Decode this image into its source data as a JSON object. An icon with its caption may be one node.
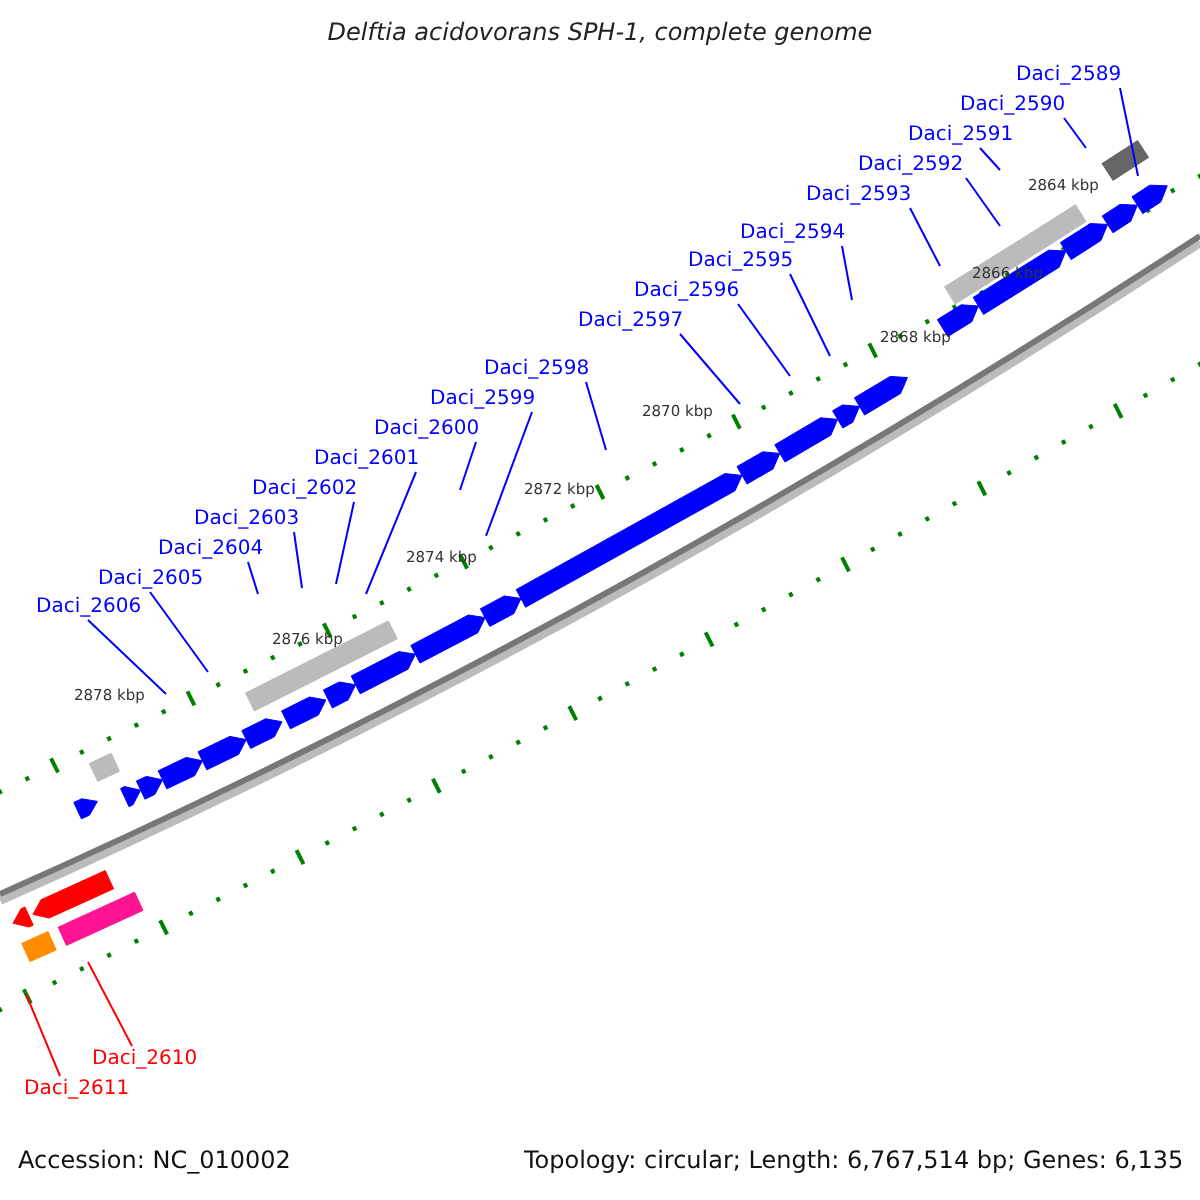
{
  "diagram": {
    "title": "Delftia acidovorans SPH-1, complete genome",
    "nodes": [
      {
        "text": [
          "Daci_2589"
        ]
      },
      {
        "text": [
          "Daci_2590"
        ]
      },
      {
        "text": [
          "Daci_2591"
        ]
      },
      {
        "text": [
          "Daci_2592"
        ]
      },
      {
        "text": [
          "Daci_2593"
        ]
      },
      {
        "text": [
          "Daci_2594"
        ]
      },
      {
        "text": [
          "Daci_2595"
        ]
      },
      {
        "text": [
          "Daci_2596"
        ]
      },
      {
        "text": [
          "Daci_2597"
        ]
      },
      {
        "text": [
          "Daci_2598"
        ]
      },
      {
        "text": [
          "Daci_2599"
        ]
      },
      {
        "text": [
          "Daci_2600"
        ]
      },
      {
        "text": [
          "Daci_2601"
        ]
      },
      {
        "text": [
          "Daci_2602"
        ]
      },
      {
        "text": [
          "Daci_2603"
        ]
      },
      {
        "text": [
          "Daci_2604"
        ]
      },
      {
        "text": [
          "Daci_2605"
        ]
      },
      {
        "text": [
          "Daci_2606"
        ]
      },
      {
        "text": [
          "Daci_2610"
        ]
      },
      {
        "text": [
          "Daci_2611"
        ]
      }
    ],
    "edges": [
      {
        "from": 0,
        "to": null,
        "arrow": "none"
      },
      {
        "from": 1,
        "to": null,
        "arrow": "none"
      },
      {
        "from": 2,
        "to": null,
        "arrow": "none"
      },
      {
        "from": 3,
        "to": null,
        "arrow": "none"
      },
      {
        "from": 4,
        "to": null,
        "arrow": "none"
      },
      {
        "from": 5,
        "to": null,
        "arrow": "none"
      },
      {
        "from": 6,
        "to": null,
        "arrow": "none"
      },
      {
        "from": 7,
        "to": null,
        "arrow": "none"
      },
      {
        "from": 8,
        "to": null,
        "arrow": "none"
      },
      {
        "from": 9,
        "to": null,
        "arrow": "none"
      },
      {
        "from": 10,
        "to": null,
        "arrow": "none"
      },
      {
        "from": 11,
        "to": null,
        "arrow": "none"
      },
      {
        "from": 12,
        "to": null,
        "arrow": "none"
      },
      {
        "from": 13,
        "to": null,
        "arrow": "none"
      },
      {
        "from": 14,
        "to": null,
        "arrow": "none"
      },
      {
        "from": 15,
        "to": null,
        "arrow": "none"
      },
      {
        "from": 16,
        "to": null,
        "arrow": "none"
      },
      {
        "from": 17,
        "to": null,
        "arrow": "none"
      },
      {
        "from": 18,
        "to": null,
        "arrow": "none",
        "color": "#ff0000"
      },
      {
        "from": 19,
        "to": null,
        "arrow": "none",
        "color": "#ff0000"
      }
    ],
    "labels": [
      "2864 kbp",
      "2866 kbp",
      "2868 kbp",
      "2870 kbp",
      "2872 kbp",
      "2874 kbp",
      "2876 kbp",
      "2878 kbp",
      "Accession: NC_010002",
      "Topology: circular; Length: 6,767,514 bp; Genes: 6,135"
    ]
  }
}
